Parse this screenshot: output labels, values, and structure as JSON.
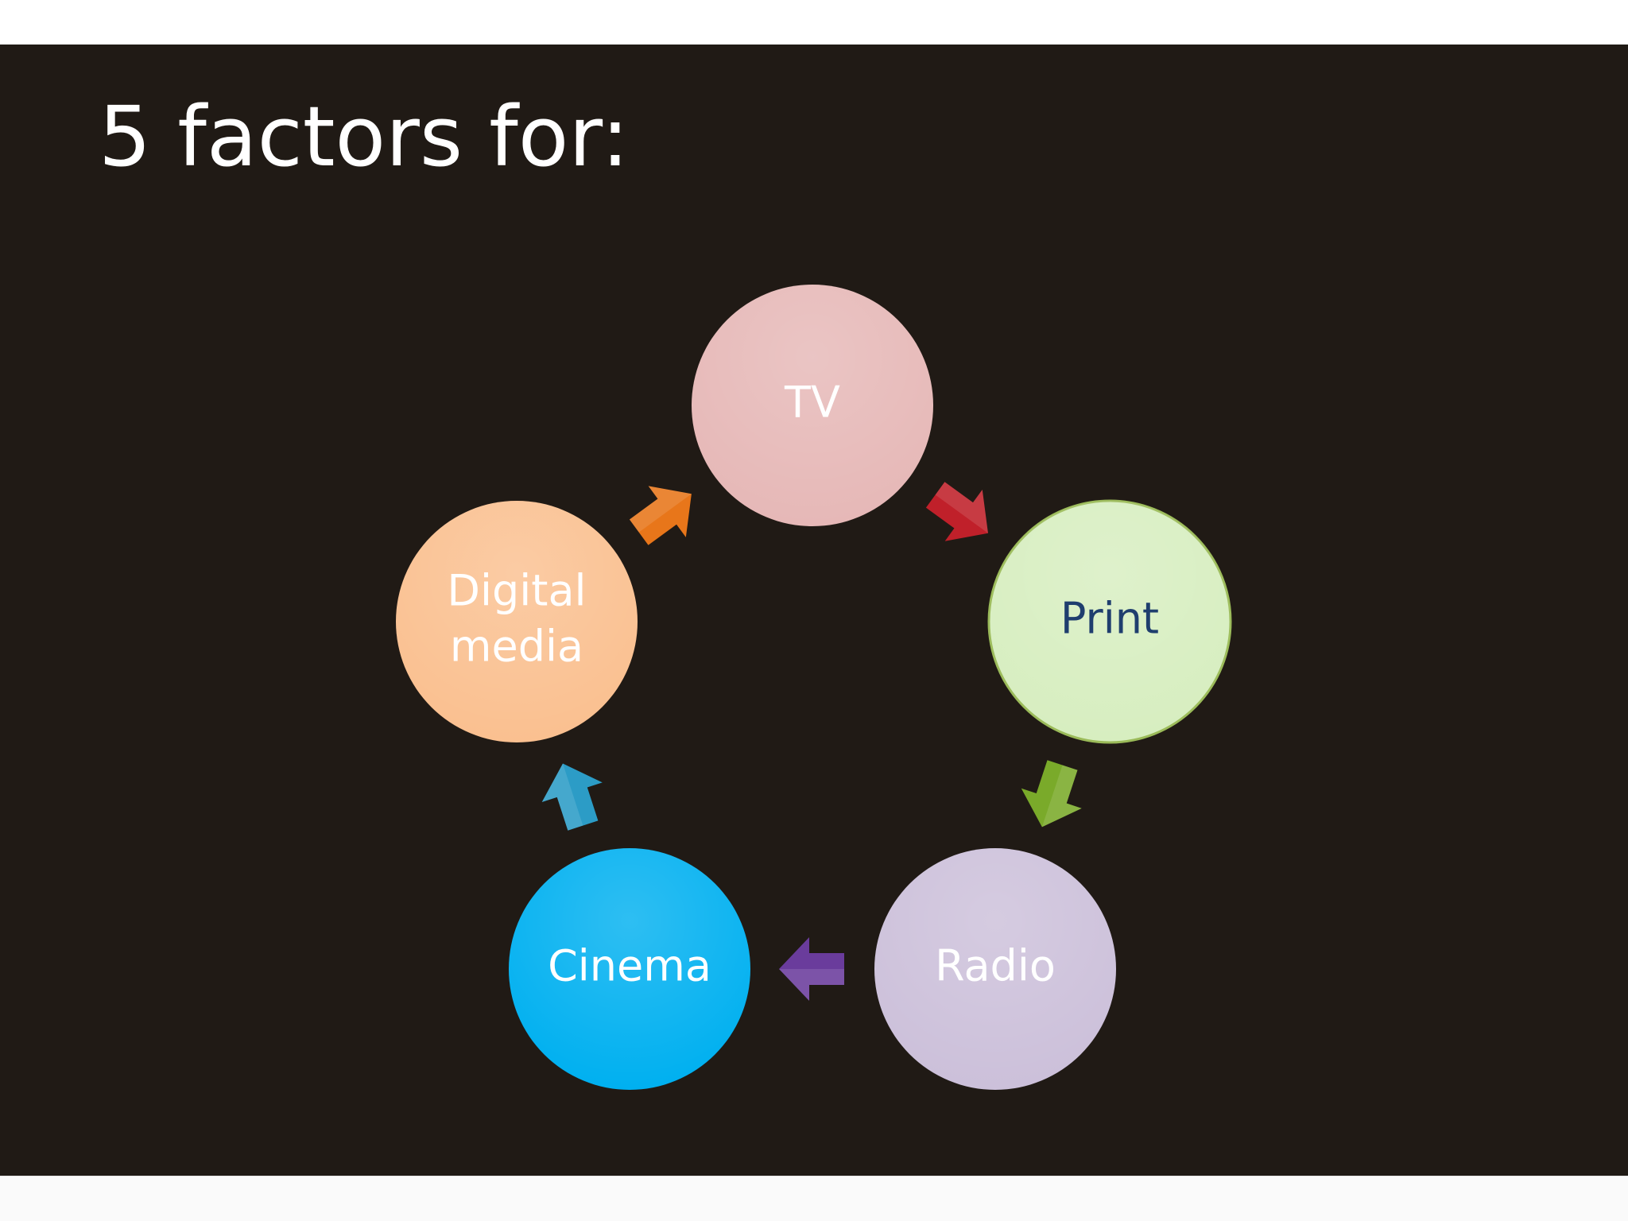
{
  "title": "5 factors for:",
  "nodes": [
    {
      "label_lines": [
        "TV"
      ],
      "fill": "#e6b8b7",
      "text_color": "#ffffff"
    },
    {
      "label_lines": [
        "Print"
      ],
      "fill": "#d7eec0",
      "text_color": "#1f3e6e"
    },
    {
      "label_lines": [
        "Radio"
      ],
      "fill": "#ccc0da",
      "text_color": "#ffffff"
    },
    {
      "label_lines": [
        "Cinema"
      ],
      "fill": "#00b0f0",
      "text_color": "#ffffff"
    },
    {
      "label_lines": [
        "Digital",
        "media"
      ],
      "fill": "#fac090",
      "text_color": "#ffffff"
    }
  ],
  "arrows": [
    {
      "color": "#c0202a"
    },
    {
      "color": "#7aaa2a"
    },
    {
      "color": "#6a3c9c"
    },
    {
      "color": "#2c9cc6"
    },
    {
      "color": "#e8761a"
    }
  ]
}
